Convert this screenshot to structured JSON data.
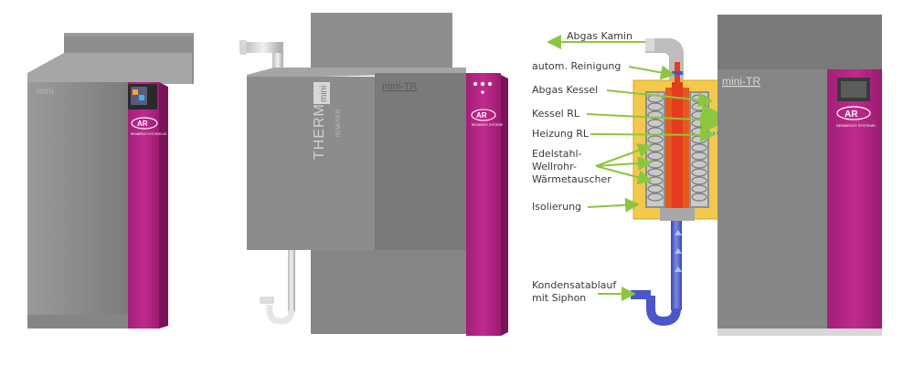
{
  "units": {
    "left": {
      "model_label": "mini",
      "brand_text": "RENNERGY SYSTEMS AG"
    },
    "middle": {
      "model_label": "mini-TR",
      "side_brand": "THERMIC",
      "side_brand_box": "mini",
      "side_sub": "REMOVER",
      "brand_text": "RENNERGY SYSTEMS"
    },
    "right": {
      "model_label": "mini-TR",
      "brand_text": "RENNERGY SYSTEMS"
    }
  },
  "diagram_labels": {
    "abgas_kamin": "Abgas Kamin",
    "reinigung": "autom. Reinigung",
    "abgas_kessel": "Abgas Kessel",
    "kessel_rl": "Kessel RL",
    "heizung_rl": "Heizung RL",
    "edelstahl_1": "Edelstahl-",
    "edelstahl_2": "Wellrohr-",
    "edelstahl_3": "Wärmetauscher",
    "isolierung": "Isolierung",
    "kondensat_1": "Kondensatablauf",
    "kondensat_2": "mit Siphon"
  },
  "colors": {
    "grey_body": "#8a8a8a",
    "grey_dark": "#6c6c6c",
    "magenta": "#b0227f",
    "insulation_yellow": "#f2c94c",
    "hot_red": "#e53b1e",
    "pipe_blue": "#4a56c9",
    "arrow_green": "#8cc63f"
  },
  "icons": [
    "screen-display-icon",
    "rennergy-logo",
    "flue-arrow-icon",
    "siphon-pipe-icon"
  ]
}
